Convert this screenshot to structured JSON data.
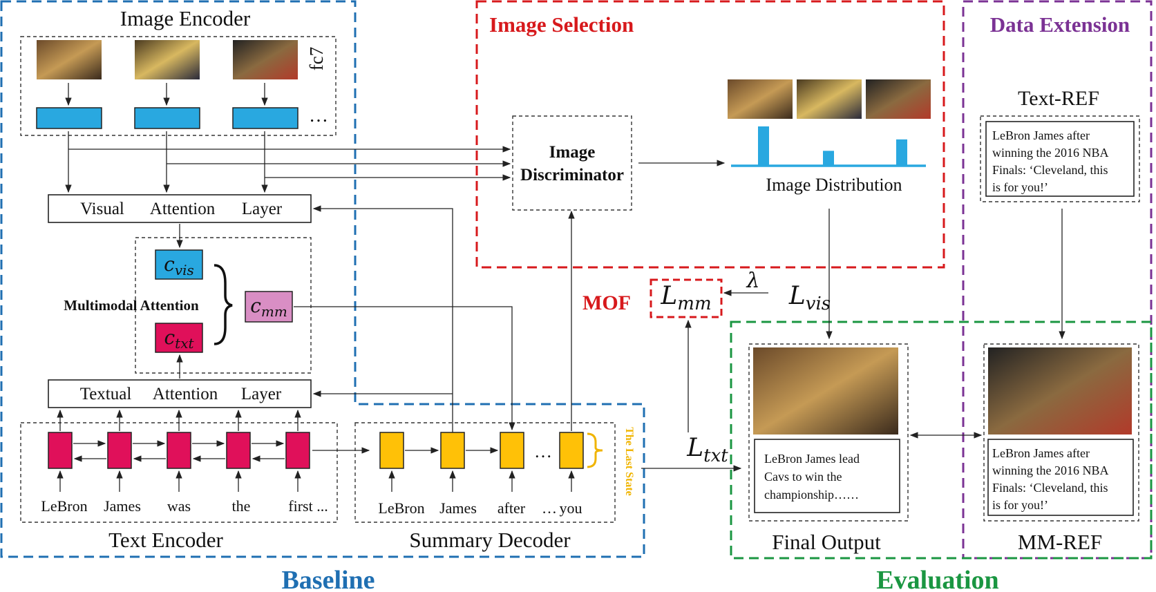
{
  "regions": {
    "image_encoder": "Image Encoder",
    "fc7": "fc7",
    "visual_attention": [
      "Visual",
      "Attention",
      "Layer"
    ],
    "multimodal_attention": "Multimodal Attention",
    "textual_attention": [
      "Textual",
      "Attention",
      "Layer"
    ],
    "text_encoder": "Text Encoder",
    "summary_decoder": "Summary Decoder",
    "last_state": "The Last State",
    "baseline": "Baseline",
    "image_selection": "Image Selection",
    "image_discriminator": [
      "Image",
      "Discriminator"
    ],
    "image_distribution": "Image Distribution",
    "data_extension": "Data Extension",
    "text_ref": "Text-REF",
    "text_ref_caption": [
      "LeBron James after",
      "winning the 2016 NBA",
      "Finals: ‘Cleveland, this",
      "is for you!’"
    ],
    "mof": "MOF",
    "evaluation": "Evaluation",
    "final_output": "Final Output",
    "final_output_text": [
      "LeBron James lead",
      "Cavs to win the",
      "championship……"
    ],
    "mm_ref": "MM-REF",
    "mm_ref_caption": [
      "LeBron James after",
      "winning the 2016 NBA",
      "Finals: ‘Cleveland, this",
      "is for you!’"
    ]
  },
  "math": {
    "c_vis": {
      "base": "c",
      "sub": "vis"
    },
    "c_txt": {
      "base": "c",
      "sub": "txt"
    },
    "c_mm": {
      "base": "c",
      "sub": "mm"
    },
    "l_mm": {
      "base": "L",
      "sub": "mm"
    },
    "l_vis": {
      "base": "L",
      "sub": "vis"
    },
    "l_txt": {
      "base": "L",
      "sub": "txt"
    },
    "lambda": "λ"
  },
  "text_encoder_words": [
    "LeBron",
    "James",
    "was",
    "the",
    "first ..."
  ],
  "decoder_words": [
    "LeBron",
    "James",
    "after",
    "…",
    "you"
  ],
  "ellipsis": "…",
  "image_distribution_values": [
    1.0,
    0.38,
    0.67
  ],
  "colors": {
    "baseline_blue": "#1f6fb2",
    "selection_red": "#d7191c",
    "extension_purple": "#7b3294",
    "evaluation_green": "#1a9641",
    "last_state_gold": "#f0b400",
    "visual_blue": "#29a8e0",
    "text_red": "#e0105a",
    "decoder_yellow": "#ffc107",
    "mm_pink": "#d98ec4"
  }
}
